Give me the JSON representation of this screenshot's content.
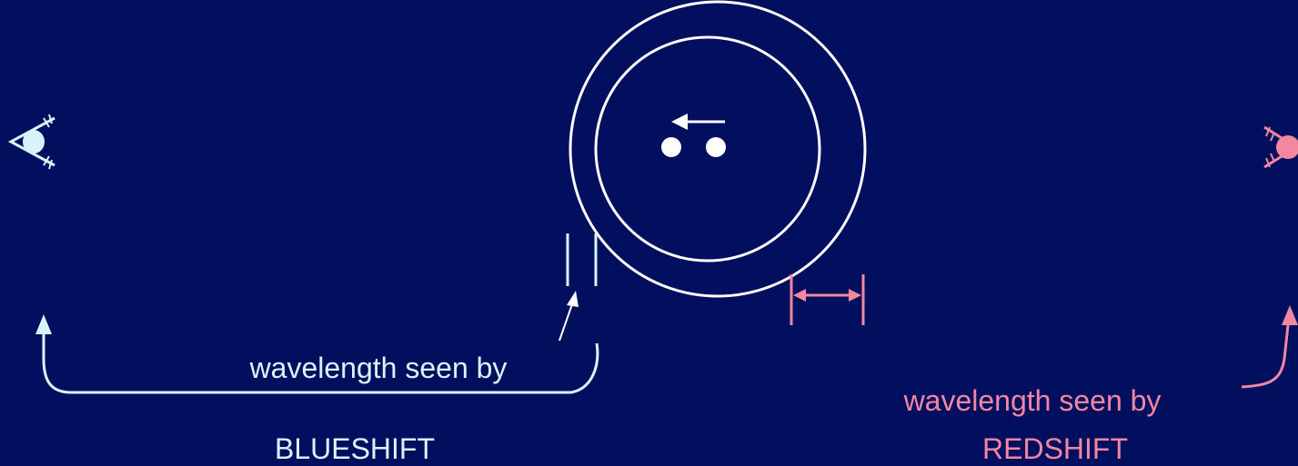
{
  "colors": {
    "background": "#020f5e",
    "blue": "#d8f4fa",
    "red": "#f3879f"
  },
  "labels": {
    "blue_caption": "wavelength seen by",
    "red_caption": "wavelength seen by",
    "blueshift": "BLUESHIFT",
    "redshift": "REDSHIFT"
  },
  "icons": {
    "left_observer": "eye-icon",
    "right_observer": "eye-icon",
    "motion_arrow": "arrow-left-icon"
  }
}
